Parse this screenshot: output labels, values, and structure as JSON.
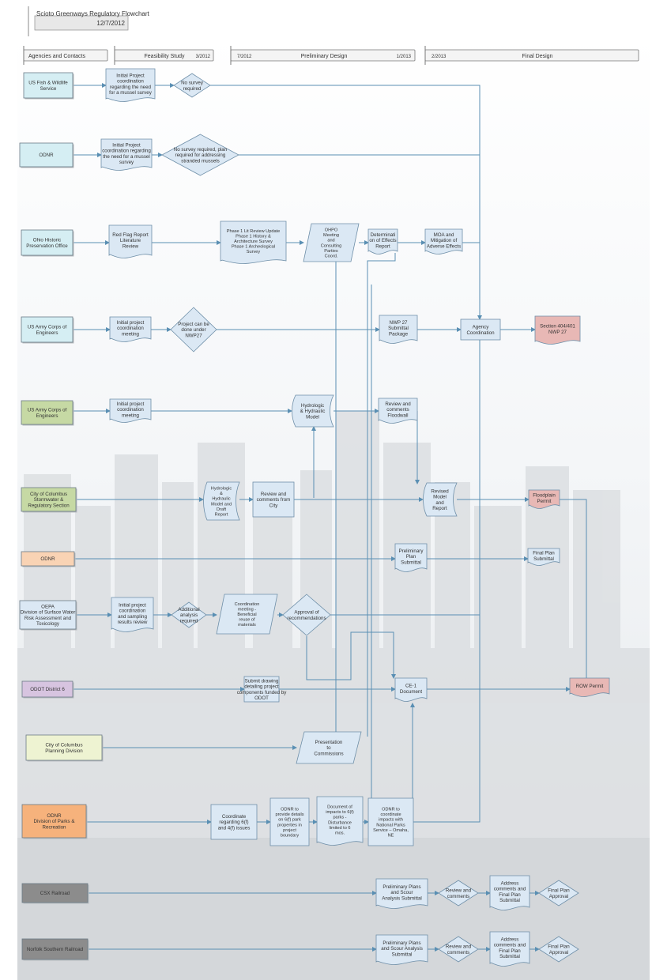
{
  "title": {
    "name": "Scioto Greenways Regulatory Flowchart",
    "date": "12/7/2012"
  },
  "phases": [
    {
      "name": "Agencies and Contacts",
      "start": "",
      "end": ""
    },
    {
      "name": "Feasibility Study",
      "start": "",
      "end": "3/2012"
    },
    {
      "name": "Preliminary Design",
      "start": "7/2012",
      "end": "1/2013"
    },
    {
      "name": "Final Design",
      "start": "2/2013",
      "end": ""
    }
  ],
  "agencies": [
    {
      "id": "usfws",
      "lines": [
        "US Fish & Wildlife",
        "Service"
      ],
      "color": "#d5eef3"
    },
    {
      "id": "odnr1",
      "lines": [
        "ODNR"
      ],
      "color": "#d5eef3"
    },
    {
      "id": "ohpo",
      "lines": [
        "Ohio Historic",
        "Preservation Office"
      ],
      "color": "#d5eef3"
    },
    {
      "id": "usace1",
      "lines": [
        "US Army Corps of",
        "Engineers"
      ],
      "color": "#d5eef3"
    },
    {
      "id": "usace2",
      "lines": [
        "US Army Corps of",
        "Engineers"
      ],
      "color": "#c6d9a4"
    },
    {
      "id": "columbus",
      "lines": [
        "City of Columbus",
        "Stormwater &",
        "Regulatory Section"
      ],
      "color": "#c6d9a4"
    },
    {
      "id": "odnr2",
      "lines": [
        "ODNR"
      ],
      "color": "#f9d3b4"
    },
    {
      "id": "oepa",
      "lines": [
        "OEPA",
        "Division of Surface Water",
        "Risk Assessment and",
        "Toxicology"
      ],
      "color": "#dbe8f4"
    },
    {
      "id": "odot",
      "lines": [
        "ODOT District 6"
      ],
      "color": "#d7c4e0"
    },
    {
      "id": "planning",
      "lines": [
        "City of Columbus",
        "Planning Division"
      ],
      "color": "#eef3d2"
    },
    {
      "id": "parks",
      "lines": [
        "ODNR",
        "Division of Parks &",
        "Recreation"
      ],
      "color": "#f6b27c"
    },
    {
      "id": "csx",
      "lines": [
        "CSX Railroad"
      ],
      "color": "#8c8c8c"
    },
    {
      "id": "ns",
      "lines": [
        "Norfolk Southern Railroad"
      ],
      "color": "#8c8c8c"
    }
  ],
  "nodes": [
    {
      "id": "n1",
      "shape": "doc",
      "lines": [
        "Initial Project",
        "coordination",
        "regarding the need",
        "for a mussel survey"
      ]
    },
    {
      "id": "n2",
      "shape": "diamond",
      "lines": [
        "No survey",
        "required"
      ]
    },
    {
      "id": "n3",
      "shape": "doc",
      "lines": [
        "Initial Project",
        "coordination regarding",
        "the need for a mussel",
        "survey"
      ]
    },
    {
      "id": "n4",
      "shape": "diamond",
      "lines": [
        "No survey required, plan",
        "required for addressing",
        "stranded mussels"
      ]
    },
    {
      "id": "n5",
      "shape": "doc",
      "lines": [
        "Red Flag Report",
        "Literature",
        "Review"
      ]
    },
    {
      "id": "n6",
      "shape": "doc",
      "lines": [
        "Phase 1 Lit Review Update",
        "Phase 1 History &",
        "Architecture Survey",
        "Phase 1 Archeological",
        "Survey"
      ]
    },
    {
      "id": "n7",
      "shape": "para",
      "lines": [
        "OHPO",
        "Meeting",
        "and",
        "Consulting",
        "Parties",
        "Coord."
      ]
    },
    {
      "id": "n8",
      "shape": "doc",
      "lines": [
        "Determinati",
        "on of Effects",
        "Report"
      ]
    },
    {
      "id": "n9",
      "shape": "doc",
      "lines": [
        "MOA and",
        "Mitigation of",
        "Adverse Effects"
      ]
    },
    {
      "id": "n10",
      "shape": "doc",
      "lines": [
        "Initial project",
        "coordination",
        "meeting"
      ]
    },
    {
      "id": "n11",
      "shape": "diamond",
      "lines": [
        "Project can be",
        "done under",
        "NWP27"
      ]
    },
    {
      "id": "n12",
      "shape": "doc",
      "lines": [
        "NWP 27",
        "Submittal",
        "Package"
      ]
    },
    {
      "id": "n13",
      "shape": "rect",
      "lines": [
        "Agency",
        "Coordination"
      ]
    },
    {
      "id": "n14",
      "shape": "doc",
      "fill": "#e8b8b5",
      "lines": [
        "Section 404/401",
        "NWP 27"
      ]
    },
    {
      "id": "n15",
      "shape": "doc",
      "lines": [
        "Initial project",
        "coordination",
        "meeting"
      ]
    },
    {
      "id": "n16",
      "shape": "data",
      "lines": [
        "Hydrologic",
        "& Hydraulic",
        "Model"
      ]
    },
    {
      "id": "n17",
      "shape": "doc",
      "lines": [
        "Review and",
        "comments",
        "Floodwall"
      ]
    },
    {
      "id": "n18",
      "shape": "data",
      "lines": [
        "Hydrologic",
        "&",
        "Hydraulic",
        "Model and",
        "Draft",
        "Report"
      ]
    },
    {
      "id": "n19",
      "shape": "rect",
      "lines": [
        "Review and",
        "comments from",
        "City"
      ]
    },
    {
      "id": "n20",
      "shape": "data",
      "lines": [
        "Revised",
        "Model",
        "and",
        "Report"
      ]
    },
    {
      "id": "n21",
      "shape": "doc",
      "fill": "#e8b8b5",
      "lines": [
        "Floodplain",
        "Permit"
      ]
    },
    {
      "id": "n22",
      "shape": "doc",
      "lines": [
        "Preliminary",
        "Plan",
        "Submittal"
      ]
    },
    {
      "id": "n23",
      "shape": "doc",
      "lines": [
        "Final Plan",
        "Submittal"
      ]
    },
    {
      "id": "n24",
      "shape": "doc",
      "lines": [
        "Initial project",
        "coordination",
        "and sampling",
        "results review"
      ]
    },
    {
      "id": "n25",
      "shape": "diamond",
      "lines": [
        "Additional",
        "analysis",
        "required"
      ]
    },
    {
      "id": "n26",
      "shape": "para",
      "lines": [
        "Coordination",
        "meeting -",
        "Beneficial",
        "reuse of",
        "materials"
      ]
    },
    {
      "id": "n27",
      "shape": "diamond",
      "lines": [
        "Approval of",
        "recommendations"
      ]
    },
    {
      "id": "n28",
      "shape": "rect",
      "lines": [
        "Submit drawing",
        "detailing project",
        "components funded by",
        "ODOT"
      ]
    },
    {
      "id": "n29",
      "shape": "doc",
      "lines": [
        "CE-1",
        "Document"
      ]
    },
    {
      "id": "n30",
      "shape": "doc",
      "fill": "#e8b8b5",
      "lines": [
        "ROW Permit"
      ]
    },
    {
      "id": "n31",
      "shape": "para",
      "lines": [
        "Presentation",
        "to",
        "Commissions"
      ]
    },
    {
      "id": "n32",
      "shape": "rect",
      "lines": [
        "Coordinate",
        "regarding 6(f)",
        "and 4(f) issues"
      ]
    },
    {
      "id": "n33",
      "shape": "rect",
      "lines": [
        "ODNR to",
        "provide details",
        "on 6(f) park",
        "properties in",
        "project",
        "boundary"
      ]
    },
    {
      "id": "n34",
      "shape": "doc",
      "lines": [
        "Document of",
        "impacts to 6(f)",
        "parks -",
        "Disturbance",
        "limited to 6",
        "mos."
      ]
    },
    {
      "id": "n35",
      "shape": "rect",
      "lines": [
        "ODNR to",
        "coordinate",
        "impacts with",
        "National Parks",
        "Service – Omaha,",
        "NE"
      ]
    },
    {
      "id": "n36",
      "shape": "doc",
      "lines": [
        "Preliminary Plans",
        "and Scour",
        "Analysis Submittal"
      ]
    },
    {
      "id": "n37",
      "shape": "diamond",
      "lines": [
        "Review and",
        "comments"
      ]
    },
    {
      "id": "n38",
      "shape": "doc",
      "lines": [
        "Address",
        "comments and",
        "Final Plan",
        "Submittal"
      ]
    },
    {
      "id": "n39",
      "shape": "diamond",
      "lines": [
        "Final Plan",
        "Approval"
      ]
    },
    {
      "id": "n40",
      "shape": "doc",
      "lines": [
        "Preliminary Plans",
        "and Scour Analysis",
        "Submittal"
      ]
    },
    {
      "id": "n41",
      "shape": "diamond",
      "lines": [
        "Review and",
        "comments"
      ]
    },
    {
      "id": "n42",
      "shape": "doc",
      "lines": [
        "Address",
        "comments and",
        "Final Plan",
        "Submittal"
      ]
    },
    {
      "id": "n43",
      "shape": "diamond",
      "lines": [
        "Final Plan",
        "Approval"
      ]
    }
  ],
  "colors": {
    "line": "#5a8fb3",
    "node_fill": "#dbe8f4",
    "node_stroke": "#6f8fa8",
    "permit": "#e8b8b5",
    "railroad": "#8c8c8c"
  }
}
